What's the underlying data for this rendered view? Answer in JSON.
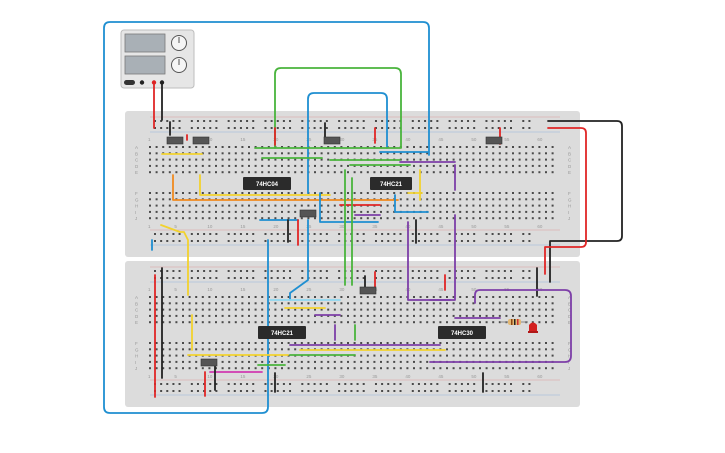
{
  "colors": {
    "board": "#dcdcdc",
    "hole": "#4a4a4a",
    "chip": "#2b2b2b",
    "rail_red": "#e03c3c",
    "rail_blue": "#2e7bd6",
    "wire_blue": "#1f8fd1",
    "wire_green": "#49b43c",
    "wire_yellow": "#f2d22e",
    "wire_orange": "#f08a1f",
    "wire_purple": "#7d3fa8",
    "wire_red": "#e02626",
    "wire_black": "#222222",
    "wire_cyan": "#8fd8f0",
    "wire_pink": "#d03ab0"
  },
  "supply": {
    "name": "power-supply",
    "knob_icon": "dial-icon"
  },
  "chips": [
    {
      "id": "chip-74hc04",
      "label": "74HC04"
    },
    {
      "id": "chip-74hc21-top",
      "label": "74HC21"
    },
    {
      "id": "chip-74hc21-bottom",
      "label": "74HC21"
    },
    {
      "id": "chip-74hc30",
      "label": "74HC30"
    }
  ],
  "column_labels": [
    "1",
    "5",
    "10",
    "15",
    "20",
    "25",
    "30",
    "35",
    "40",
    "45",
    "50",
    "55",
    "60"
  ],
  "row_labels": [
    "A",
    "B",
    "C",
    "D",
    "E",
    "F",
    "G",
    "H",
    "I",
    "J"
  ],
  "components": {
    "resistor_icon": "resistor-icon",
    "led_icon": "red-led-icon",
    "switch_icon": "slide-switch-icon"
  }
}
